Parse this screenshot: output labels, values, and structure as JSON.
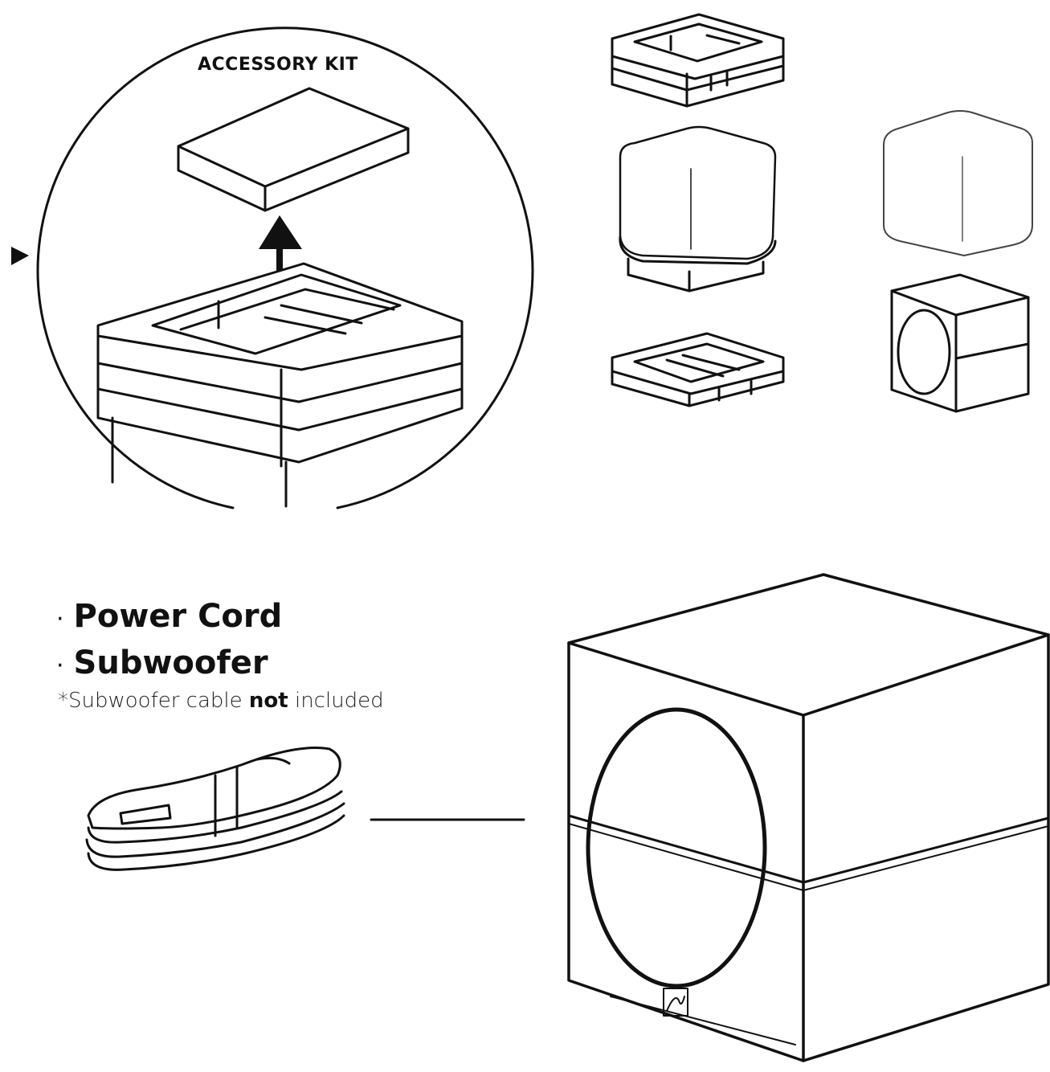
{
  "accessory_kit_label": "ACCESSORY KIT",
  "contents": [
    {
      "label": "Power Cord"
    },
    {
      "label": "Subwoofer"
    }
  ],
  "note": {
    "prefix": "*Subwoofer cable ",
    "emphasis": "not",
    "suffix": " included"
  },
  "colors": {
    "line": "#111111",
    "background": "#ffffff"
  },
  "icons": [
    "pointer-triangle-icon",
    "up-arrow-icon",
    "brand-logo-icon"
  ]
}
